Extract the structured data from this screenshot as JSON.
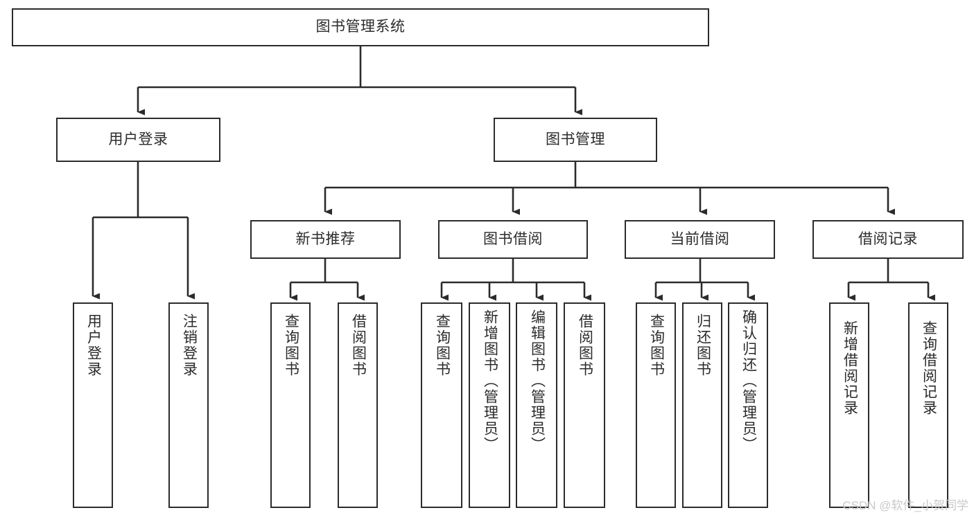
{
  "diagram": {
    "title": "图书管理系统",
    "type": "tree",
    "orientation": "top-down",
    "colors": {
      "background": "#ffffff",
      "box_border": "#2b2b2b",
      "box_fill": "#ffffff",
      "connector": "#2b2b2b",
      "text": "#2b2b2b",
      "watermark": "#c9c9c9"
    },
    "root": {
      "label": "图书管理系统"
    },
    "level2": [
      {
        "label": "用户登录"
      },
      {
        "label": "图书管理"
      }
    ],
    "level3": [
      {
        "label": "新书推荐"
      },
      {
        "label": "图书借阅"
      },
      {
        "label": "当前借阅"
      },
      {
        "label": "借阅记录"
      }
    ],
    "leaves": {
      "user_login": [
        {
          "label": "用户登录"
        },
        {
          "label": "注销登录"
        }
      ],
      "new_book_recommend": [
        {
          "label": "查询图书"
        },
        {
          "label": "借阅图书"
        }
      ],
      "book_borrow": [
        {
          "label": "查询图书"
        },
        {
          "label": "新增图书（管理员）"
        },
        {
          "label": "编辑图书（管理员）"
        },
        {
          "label": "借阅图书"
        }
      ],
      "current_borrow": [
        {
          "label": "查询图书"
        },
        {
          "label": "归还图书"
        },
        {
          "label": "确认归还（管理员）"
        }
      ],
      "borrow_record": [
        {
          "label": "新增借阅记录"
        },
        {
          "label": "查询借阅记录"
        }
      ]
    }
  },
  "watermark": {
    "text": "CSDN @软件_小贺同学"
  }
}
